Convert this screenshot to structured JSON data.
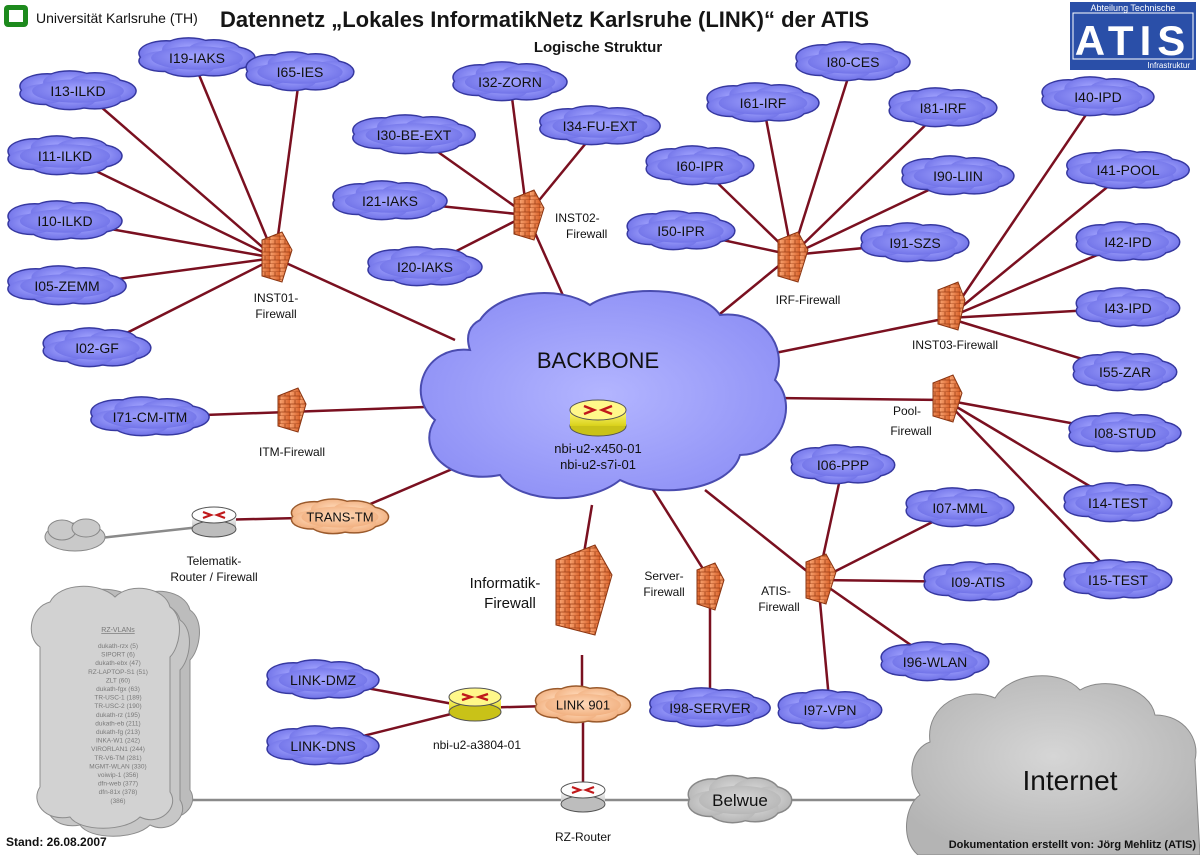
{
  "header": {
    "university": "Universität Karlsruhe (TH)",
    "title": "Datennetz „Lokales InformatikNetz Karlsruhe (LINK)“ der ATIS",
    "subtitle": "Logische Struktur",
    "logo": {
      "top": "Abteilung Technische",
      "main": "ATIS",
      "bottom": "Infrastruktur"
    }
  },
  "backbone": {
    "label": "BACKBONE",
    "router_line1": "nbi-u2-x450-01",
    "router_line2": "nbi-u2-s7i-01"
  },
  "networks": {
    "i19": "I19-IAKS",
    "i65": "I65-IES",
    "i13": "I13-ILKD",
    "i11": "I11-ILKD",
    "i10": "I10-ILKD",
    "i05": "I05-ZEMM",
    "i02": "I02-GF",
    "i32": "I32-ZORN",
    "i30": "I30-BE-EXT",
    "i34": "I34-FU-EXT",
    "i21": "I21-IAKS",
    "i20": "I20-IAKS",
    "i80": "I80-CES",
    "i61": "I61-IRF",
    "i81": "I81-IRF",
    "i60": "I60-IPR",
    "i90": "I90-LIIN",
    "i50": "I50-IPR",
    "i91": "I91-SZS",
    "i40": "I40-IPD",
    "i41": "I41-POOL",
    "i42": "I42-IPD",
    "i43": "I43-IPD",
    "i55": "I55-ZAR",
    "i08": "I08-STUD",
    "i14": "I14-TEST",
    "i15": "I15-TEST",
    "i71": "I71-CM-ITM",
    "i06": "I06-PPP",
    "i07": "I07-MML",
    "i09": "I09-ATIS",
    "i96": "I96-WLAN",
    "i97": "I97-VPN",
    "i98": "I98-SERVER",
    "dmz": "LINK-DMZ",
    "dns": "LINK-DNS"
  },
  "transfer": {
    "trans_tm": "TRANS-TM",
    "link901": "LINK 901",
    "belwue": "Belwue",
    "internet": "Internet"
  },
  "firewalls": {
    "inst01_1": "INST01-",
    "inst01_2": "Firewall",
    "inst02_1": "INST02-",
    "inst02_2": "Firewall",
    "irf": "IRF-Firewall",
    "inst03": "INST03-Firewall",
    "pool_1": "Pool-",
    "pool_2": "Firewall",
    "itm": "ITM-Firewall",
    "informatik_1": "Informatik-",
    "informatik_2": "Firewall",
    "server_1": "Server-",
    "server_2": "Firewall",
    "atis_1": "ATIS-",
    "atis_2": "Firewall"
  },
  "routers": {
    "telematik_1": "Telematik-",
    "telematik_2": "Router / Firewall",
    "a3804": "nbi-u2-a3804-01",
    "rz": "RZ-Router"
  },
  "rz_vlans": {
    "title": "RZ-VLANs",
    "items": [
      "dukath-rzx (5)",
      "SIPORT (6)",
      "dukath-ebx (47)",
      "RZ-LAPTOP-S1 (51)",
      "ZLT (60)",
      "dukath-fgx (63)",
      "TR-USC-1 (189)",
      "TR-USC-2 (190)",
      "dukath-rz (195)",
      "dukath-eb (211)",
      "dukath-fg (213)",
      "INKA-W1 (242)",
      "VIRORLAN1 (244)",
      "TR-V6-TM (281)",
      "MGMT-WLAN (330)",
      "voiwip-1 (356)",
      "dfn-web (377)",
      "dfn-81x (378)",
      "(386)"
    ]
  },
  "footer": {
    "stand": "Stand: 26.08.2007",
    "doku": "Dokumentation erstellt von: Jörg Mehlitz (ATIS)"
  },
  "colors": {
    "net_fill": "#7d7ff0",
    "net_stroke": "#3638a0",
    "link": "#7a1020",
    "transfer_fill": "#f8c49c",
    "firewall": "#e9773a",
    "cloud_gray": "#c0c0c0",
    "router_yellow": "#f2ec2e",
    "title": "#151515",
    "logo_blue": "#2a4fa8"
  }
}
